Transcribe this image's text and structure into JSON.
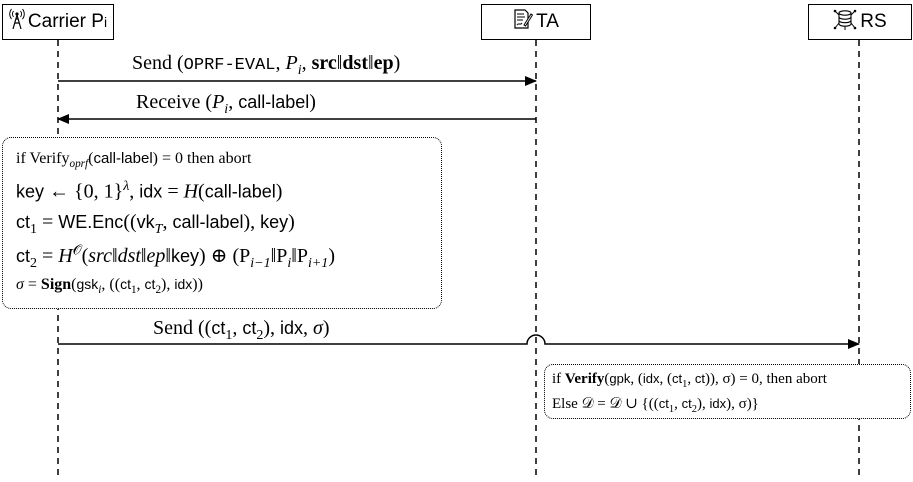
{
  "actors": {
    "carrier": {
      "label": "Carrier P",
      "sub": "i",
      "icon": "antenna-tower-icon"
    },
    "ta": {
      "label": "TA",
      "icon": "signed-document-icon"
    },
    "rs": {
      "label": "RS",
      "icon": "database-network-icon"
    }
  },
  "messages": {
    "m1": {
      "verb": "Send",
      "func": "OPRF-EVAL",
      "p": "P",
      "p_sub": "i",
      "src": "src",
      "dst": "dst",
      "ep": "ep"
    },
    "m2": {
      "verb": "Receive",
      "p": "P",
      "p_sub": "i",
      "label": "call-label"
    },
    "m3": {
      "verb": "Send",
      "ct": "ct",
      "idx": "idx",
      "sigma": "σ"
    }
  },
  "carrier_box": {
    "l1": {
      "pre": "if Verify",
      "sub": "oprf",
      "arg": "call-label",
      "post": ") = 0 then abort"
    },
    "l2": {
      "key": "key",
      "arrow": "← {0, 1}",
      "sup": "λ",
      "idx": "idx",
      "eq": " = ",
      "h": "H",
      "arg": "call-label"
    },
    "l3": {
      "ct": "ct",
      "sub": "1",
      "eq": " = ",
      "func": "WE.Enc",
      "vk": "vk",
      "vk_sub": "T",
      "arg": "call-label",
      "key": "key"
    },
    "l4": {
      "ct": "ct",
      "sub": "2",
      "eq": " = ",
      "h": "H",
      "sup": "𝒪",
      "expr": "src‖dst‖ep‖",
      "key": "key",
      "tail": ") ⊕ (P",
      "s1": "i−1",
      "mid": "‖P",
      "s2": "i",
      "mid2": "‖P",
      "s3": "i+1",
      "end": ")"
    },
    "l5": {
      "sigma": "σ",
      "eq": " = ",
      "sign": "Sign",
      "gsk": "gsk",
      "gsk_sub": "i",
      "ct": "ct",
      "idx": "idx"
    }
  },
  "rs_box": {
    "l1": {
      "pre": "if ",
      "verify": "Verify",
      "gpk": "gpk",
      "idx": "idx",
      "ct": "ct",
      "post": "), σ) = 0, then abort"
    },
    "l2": {
      "pre": "Else 𝒟 = 𝒟 ∪ {((",
      "ct": "ct",
      "idx": "idx",
      "post": "), σ)}"
    }
  }
}
